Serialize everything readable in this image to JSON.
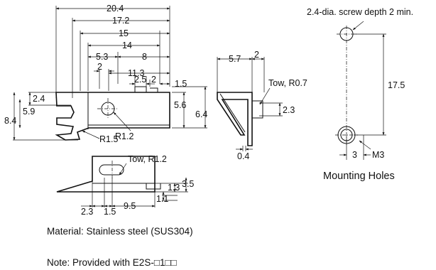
{
  "dims": {
    "d20_4": "20.4",
    "d17_2": "17.2",
    "d15": "15",
    "d14": "14",
    "d5_3": "5.3",
    "d8": "8",
    "d2a": "2",
    "d11_3": "11.3",
    "d2_5": "2.5",
    "d2b": "2",
    "d1_5": "1.5",
    "d2_4": "2.4",
    "d5_9": "5.9",
    "d8_4": "8.4",
    "d5_6": "5.6",
    "d6_4": "6.4",
    "r1_5": "R1.5",
    "r1_2": "R1.2",
    "d5_7": "5.7",
    "d2c": "2",
    "tow_r07": "Tow, R0.7",
    "d2_3": "2.3",
    "d0_4": "0.4",
    "tow_r12": "Tow, R1.2",
    "d1_3": "1.3",
    "d3_5": "3.5",
    "d1_1": "1.1",
    "d2_3b": "2.3",
    "d1_5b": "1.5",
    "d9_5": "9.5",
    "screw_note": "2.4-dia. screw depth 2 min.",
    "d17_5": "17.5",
    "d3": "3",
    "m3": "M3"
  },
  "mounting_title": "Mounting Holes",
  "material": "Material: Stainless steel (SUS304)",
  "note": "Note: Provided with E2S-□1□□"
}
